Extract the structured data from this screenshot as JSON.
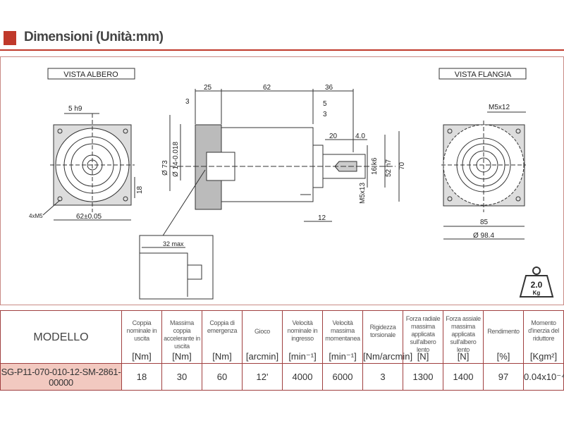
{
  "header": {
    "title": "Dimensioni (Unità:mm)"
  },
  "drawing": {
    "vista_albero": "VISTA ALBERO",
    "vista_flangia": "VISTA FLANGIA",
    "d_5h9": "5 h9",
    "d_18": "18",
    "d_4xM5": "4xM5",
    "d_62": "62±0.05",
    "d_25": "25",
    "d_62b": "62",
    "d_36": "36",
    "d_3a": "3",
    "d_5": "5",
    "d_3b": "3",
    "d_14": "Ø 14-0.018",
    "d_73": "Ø 73",
    "d_20": "20",
    "d_4": "4.0",
    "d_16k6": "16 k6",
    "d_52h7": "52 h7",
    "d_70": "70",
    "d_M5x13": "M5x13",
    "d_12": "12",
    "d_32max": "32 max",
    "d_M5x12": "M5x12",
    "d_85": "85",
    "d_98": "Ø 98.4",
    "weight": "2.0",
    "weight_unit": "Kg"
  },
  "table": {
    "headers": [
      {
        "label": "MODELLO",
        "unit": ""
      },
      {
        "label": "Coppia nominale in uscita",
        "unit": "[Nm]"
      },
      {
        "label": "Massima coppia accelerante in uscita",
        "unit": "[Nm]"
      },
      {
        "label": "Coppia di emergenza",
        "unit": "[Nm]"
      },
      {
        "label": "Gioco",
        "unit": "[arcmin]"
      },
      {
        "label": "Velocità nominale in ingresso",
        "unit": "[min⁻¹]"
      },
      {
        "label": "Velocità massima momentanea",
        "unit": "[min⁻¹]"
      },
      {
        "label": "Rigidezza torsionale",
        "unit": "[Nm/arcmin]"
      },
      {
        "label": "Forza radiale massima applicata sull'albero lento",
        "unit": "[N]"
      },
      {
        "label": "Forza assiale massima applicata sull'albero lento",
        "unit": "[N]"
      },
      {
        "label": "Rendimento",
        "unit": "[%]"
      },
      {
        "label": "Momento d'inerzia del riduttore",
        "unit": "[Kgm²]"
      }
    ],
    "row": [
      "SG-P11-070-010-12-SM-2861-00000",
      "18",
      "30",
      "60",
      "12'",
      "4000",
      "6000",
      "3",
      "1300",
      "1400",
      "97",
      "0.04x10⁻⁴"
    ]
  }
}
